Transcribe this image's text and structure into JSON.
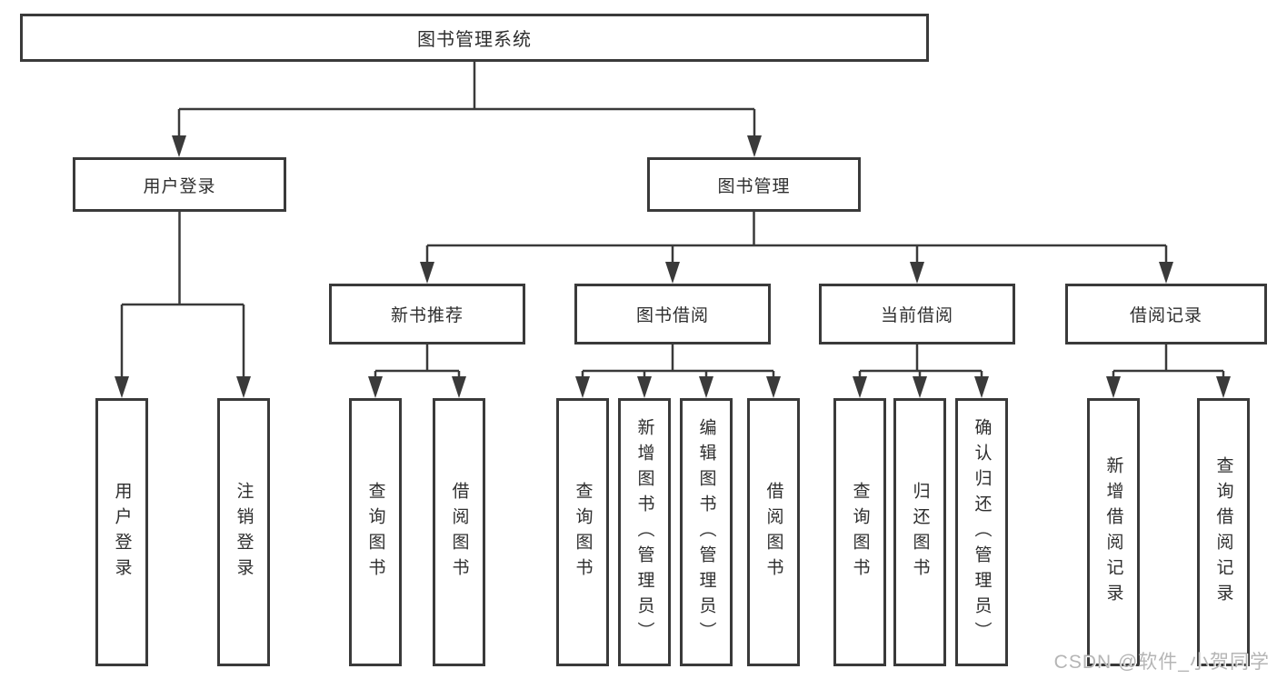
{
  "diagram": {
    "root": "图书管理系统",
    "level2": [
      {
        "label": "用户登录",
        "children": [
          "用户登录",
          "注销登录"
        ]
      },
      {
        "label": "图书管理"
      }
    ],
    "level3": [
      {
        "label": "新书推荐",
        "children": [
          "查询图书",
          "借阅图书"
        ]
      },
      {
        "label": "图书借阅",
        "children": [
          "查询图书",
          "新增图书（管理员）",
          "编辑图书（管理员）",
          "借阅图书"
        ]
      },
      {
        "label": "当前借阅",
        "children": [
          "查询图书",
          "归还图书",
          "确认归还（管理员）"
        ]
      },
      {
        "label": "借阅记录",
        "children": [
          "新增借阅记录",
          "查询借阅记录"
        ]
      }
    ]
  },
  "watermark": "CSDN @软件_小贺同学",
  "colors": {
    "line": "#3a3a3a",
    "box_background": "#ffffff",
    "text": "#2e2e2e",
    "watermark": "#b5b5b5"
  }
}
